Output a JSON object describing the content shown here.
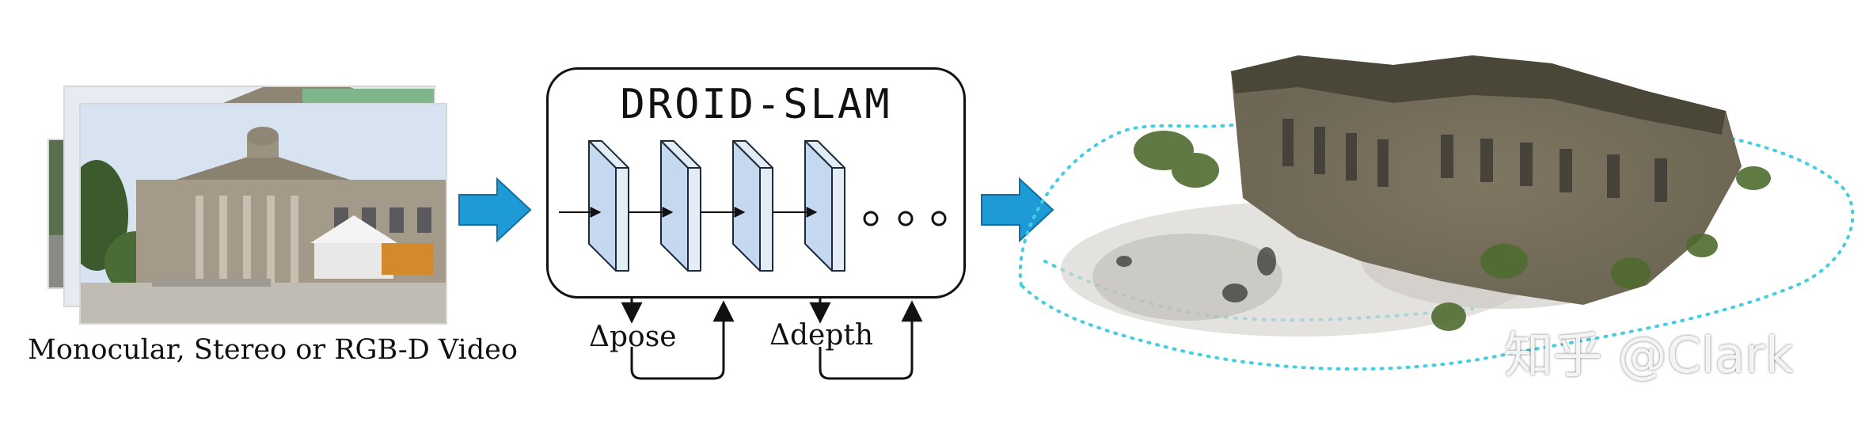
{
  "input": {
    "caption": "Monocular, Stereo or RGB-D Video"
  },
  "model": {
    "title": "DROID-SLAM",
    "outputs": [
      {
        "label": "Δpose"
      },
      {
        "label": "Δdepth"
      }
    ]
  },
  "watermark": {
    "text": "知乎 @Clark"
  },
  "colors": {
    "arrow_blue": "#1e9ad6",
    "block_fill": "#c6d8ef",
    "block_side": "#e3edf8",
    "block_stroke": "#1b2a3a",
    "trajectory": "#45cde0",
    "building": "#7d725d"
  },
  "icons": {
    "input_arrow": "big-right-arrow-icon",
    "output_arrow": "big-right-arrow-icon",
    "ellipsis": "three-circles-icon"
  }
}
